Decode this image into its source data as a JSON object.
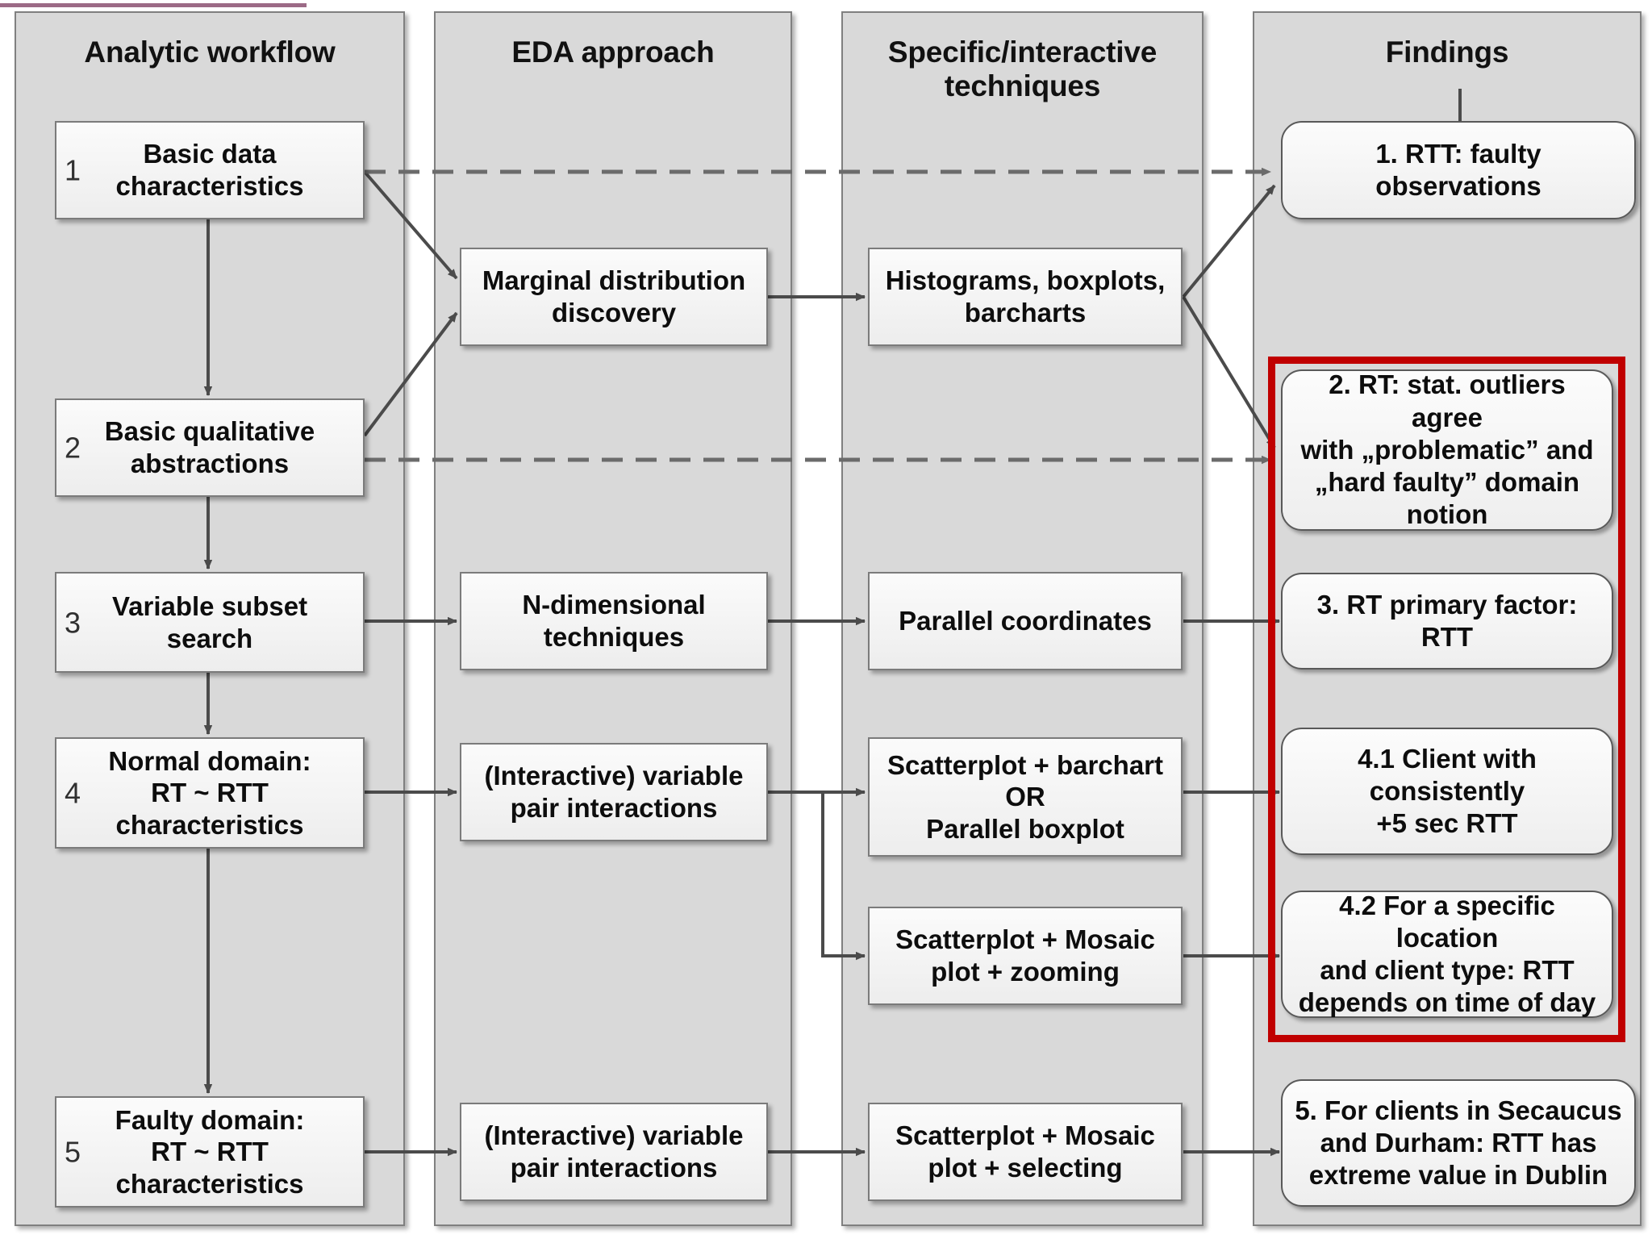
{
  "decor": {
    "rule_color": "#9c6a86",
    "highlight_color": "#c00000"
  },
  "lanes": [
    {
      "id": "analytic-workflow",
      "title": "Analytic workflow"
    },
    {
      "id": "eda-approach",
      "title": "EDA approach"
    },
    {
      "id": "specific-techniques",
      "title": "Specific/interactive\ntechniques"
    },
    {
      "id": "findings",
      "title": "Findings"
    }
  ],
  "workflow_steps": [
    {
      "num": "1",
      "label": "Basic data\ncharacteristics"
    },
    {
      "num": "2",
      "label": "Basic qualitative\nabstractions"
    },
    {
      "num": "3",
      "label": "Variable subset\nsearch"
    },
    {
      "num": "4",
      "label": "Normal domain:\nRT ~ RTT\ncharacteristics"
    },
    {
      "num": "5",
      "label": "Faulty domain:\nRT ~ RTT\ncharacteristics"
    }
  ],
  "eda_approaches": [
    {
      "label": "Marginal distribution\ndiscovery"
    },
    {
      "label": "N-dimensional\ntechniques"
    },
    {
      "label": "(Interactive) variable\npair interactions"
    },
    {
      "label": "(Interactive) variable\npair interactions"
    }
  ],
  "techniques": [
    {
      "label": "Histograms, boxplots,\nbarcharts"
    },
    {
      "label": "Parallel coordinates"
    },
    {
      "label": "Scatterplot + barchart\nOR\nParallel boxplot"
    },
    {
      "label": "Scatterplot + Mosaic\nplot + zooming"
    },
    {
      "label": "Scatterplot + Mosaic\nplot + selecting"
    }
  ],
  "findings": [
    {
      "label": "1. RTT: faulty\nobservations",
      "highlighted": false
    },
    {
      "label": "2. RT: stat. outliers agree\nwith „problematic” and\n„hard faulty” domain\nnotion",
      "highlighted": true
    },
    {
      "label": "3. RT primary factor: RTT",
      "highlighted": true
    },
    {
      "label": "4.1 Client with\nconsistently\n+5 sec RTT",
      "highlighted": true
    },
    {
      "label": "4.2 For a specific location\nand client type: RTT\ndepends on time of day",
      "highlighted": true
    },
    {
      "label": "5. For clients in Secaucus\nand Durham: RTT has\nextreme value in Dublin",
      "highlighted": false
    }
  ]
}
